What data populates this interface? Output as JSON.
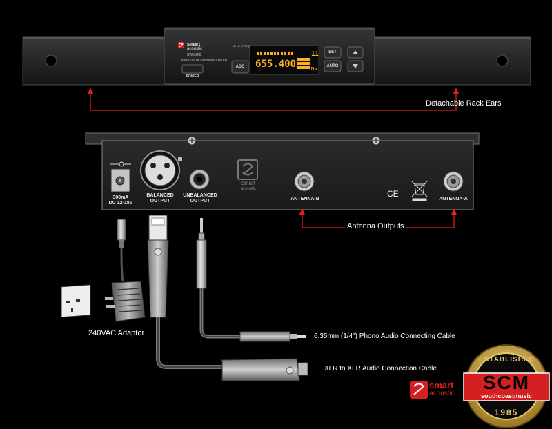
{
  "front_panel": {
    "brand_line1": "smart",
    "brand_line2": "acoustic",
    "model": "SWM260",
    "subtitle": "WIRELESS MICROPHONE SYSTEM",
    "power_label": "POWER",
    "asc_label": "ASC",
    "set_label": "SET",
    "auto_label": "AUTO",
    "lcd_top": "CH B / FREQ",
    "frequency": "655.400",
    "channel": "11",
    "unit": "MHz"
  },
  "rear_panel": {
    "dc_label_line1": "300mA",
    "dc_label_line2": "DC 12-18V",
    "balanced_line1": "BALANCED",
    "balanced_line2": "OUTPUT",
    "unbalanced_line1": "UNBALANCED",
    "unbalanced_line2": "OUTPUT",
    "logo_line1": "smart",
    "logo_line2": "acoustic",
    "antenna_b": "ANTENNA-B",
    "antenna_a": "ANTENNA-A",
    "ce_mark": "CE"
  },
  "callouts": {
    "rack_ears": "Detachable Rack Ears",
    "antenna_outputs": "Antenna Outputs",
    "adaptor": "240VAC Adaptor",
    "phono_cable": "6.35mm (1/4\") Phono Audio Connecting Cable",
    "xlr_cable": "XLR to XLR Audio Connection Cable"
  },
  "branding": {
    "smart": "smart",
    "acoustic": "acoustic",
    "badge_established": "ESTABLISHED",
    "badge_initials": "SCM",
    "badge_name": "southcoastmusic",
    "badge_year": "1985"
  },
  "colors": {
    "callout_red": "#e0201e",
    "lcd_amber": "#ffb020",
    "brand_red": "#d42020",
    "badge_gold": "#d4a93a"
  }
}
